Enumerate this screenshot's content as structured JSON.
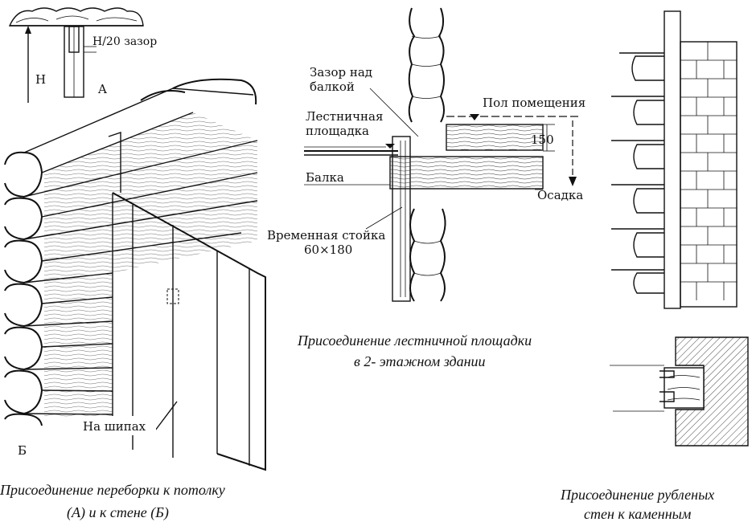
{
  "panel_left": {
    "labels": {
      "h": "H",
      "gap": "H/20 зазор",
      "a": "A",
      "b": "Б",
      "tenons": "На шипах"
    },
    "caption": [
      "Присоединение переборки к потолку",
      "(А) и к стене (Б)"
    ]
  },
  "panel_middle": {
    "labels": {
      "gap_above": [
        "Зазор над",
        "балкой"
      ],
      "landing": [
        "Лестничная",
        "площадка"
      ],
      "beam": "Балка",
      "floor": "Пол помещения",
      "dim150": "150",
      "settlement": "Осадка",
      "post": [
        "Временная стойка",
        "60×180"
      ]
    },
    "caption": [
      "Присоединение лестничной площадки",
      "в 2- этажном здании"
    ]
  },
  "panel_right": {
    "caption": [
      "Присоединение рубленых",
      "стен к каменным"
    ]
  }
}
